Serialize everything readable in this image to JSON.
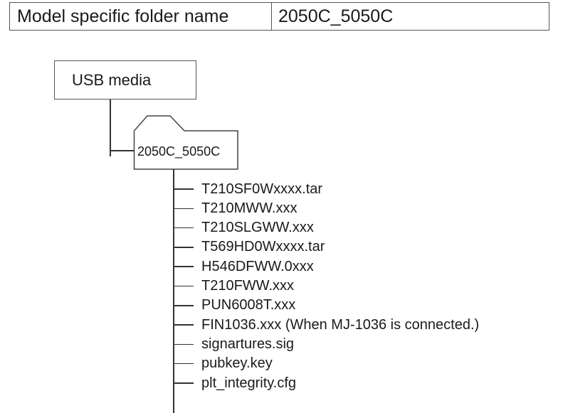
{
  "header": {
    "label": "Model specific folder name",
    "value": "2050C_5050C"
  },
  "root": {
    "label": "USB media"
  },
  "folder": {
    "label": "2050C_5050C",
    "icon": "folder-icon"
  },
  "files": [
    "T210SF0Wxxxx.tar",
    "T210MWW.xxx",
    "T210SLGWW.xxx",
    "T569HD0Wxxxx.tar",
    "H546DFWW.0xxx",
    "T210FWW.xxx",
    "PUN6008T.xxx",
    "FIN1036.xxx (When MJ-1036 is connected.)",
    "signartures.sig",
    "pubkey.key",
    "plt_integrity.cfg"
  ]
}
